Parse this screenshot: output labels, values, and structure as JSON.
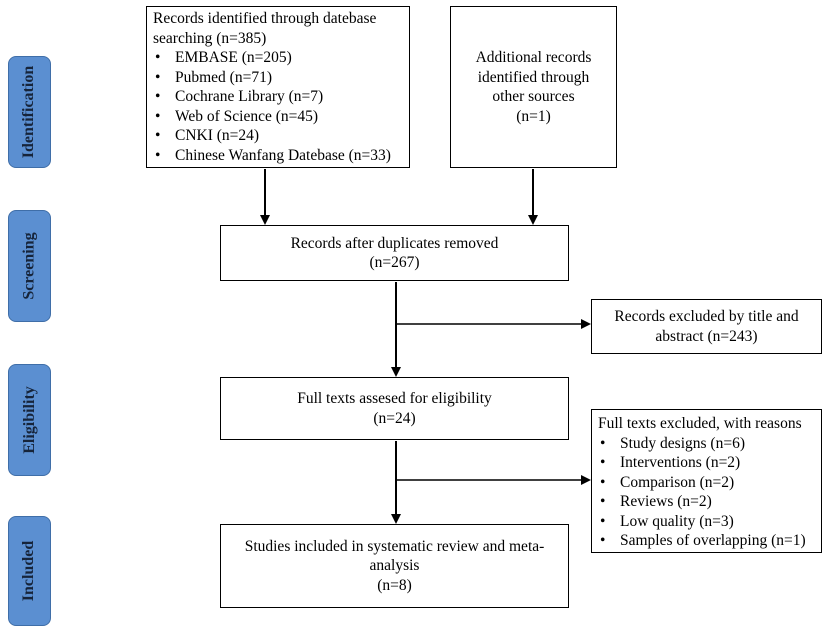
{
  "stages": {
    "identification": "Identification",
    "screening": "Screening",
    "eligibility": "Eligibility",
    "included": "Included"
  },
  "identified": {
    "heading_line1": "Records identified through datebase",
    "heading_line2": "searching (n=385)",
    "sources": [
      "EMBASE (n=205)",
      "Pubmed (n=71)",
      "Cochrane Library (n=7)",
      "Web of Science (n=45)",
      "CNKI (n=24)",
      "Chinese Wanfang Datebase (n=33)"
    ]
  },
  "additional": {
    "line1": "Additional records",
    "line2": "identified through",
    "line3": "other sources",
    "count": "(n=1)"
  },
  "duplicates": {
    "label": "Records after duplicates removed",
    "count": "(n=267)"
  },
  "excluded_title": {
    "line1": "Records excluded by title and",
    "line2": "abstract (n=243)"
  },
  "fulltext": {
    "label": "Full texts assesed for eligibility",
    "count": "(n=24)"
  },
  "excluded_fulltext": {
    "heading": "Full texts excluded, with reasons",
    "reasons": [
      "Study designs (n=6)",
      "Interventions (n=2)",
      "Comparison (n=2)",
      "Reviews (n=2)",
      "Low quality (n=3)",
      "Samples of overlapping (n=1)"
    ]
  },
  "included": {
    "line1": "Studies included in systematic review and meta-",
    "line2": "analysis",
    "count": "(n=8)"
  }
}
